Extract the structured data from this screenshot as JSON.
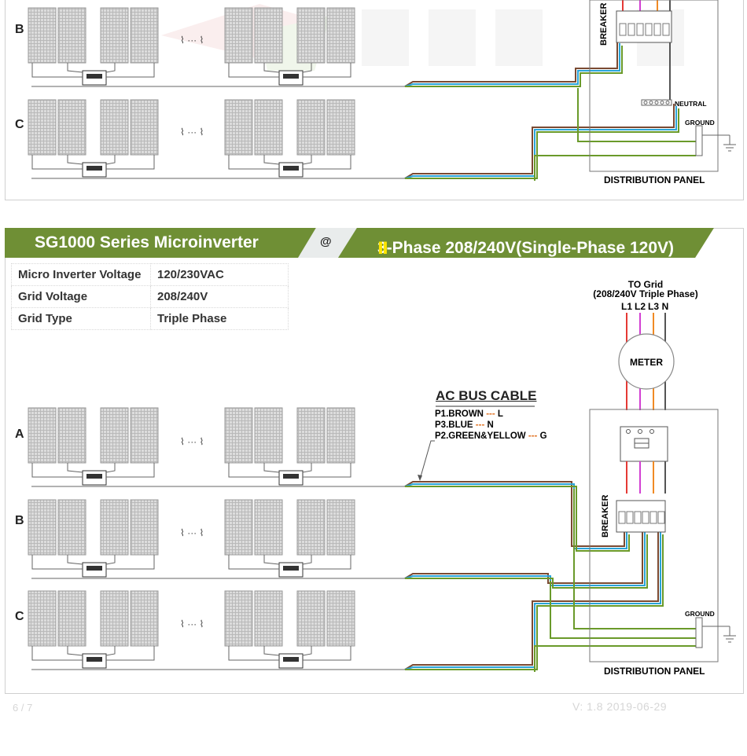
{
  "top_section": {
    "rows": [
      "B",
      "C"
    ],
    "breaker_label": "BREAKER",
    "neutral_label": "NEUTRAL",
    "ground_label": "GROUND",
    "panel_label": "DISTRIBUTION PANEL",
    "ellipsis": "⌇ ··· ⌇"
  },
  "banner": {
    "left_title": "SG1000 Series Microinverter",
    "at_symbol": "@",
    "right_title": "3-Phase 208/240V(Single-Phase 120V)",
    "right_roman": "Ⅱ"
  },
  "specs": [
    {
      "label": "Micro Inverter Voltage",
      "value": "120/230VAC"
    },
    {
      "label": "Grid  Voltage",
      "value": "208/240V"
    },
    {
      "label": "Grid Type",
      "value": "Triple Phase"
    }
  ],
  "grid": {
    "to_grid": "TO Grid",
    "phase_desc": "(208/240V Triple Phase)",
    "lines": [
      "L1",
      "L2",
      "L3",
      "N"
    ],
    "meter_label": "METER"
  },
  "ac_bus": {
    "title": "AC BUS CABLE",
    "entries": [
      {
        "pin": "P1.BROWN",
        "dash": "---",
        "line": "L"
      },
      {
        "pin": "P3.BLUE",
        "dash": "---",
        "line": "N"
      },
      {
        "pin": "P2.GREEN&YELLOW",
        "dash": "---",
        "line": "G"
      }
    ]
  },
  "bottom_section": {
    "rows": [
      "A",
      "B",
      "C"
    ],
    "breaker_label": "BREAKER",
    "ground_label": "GROUND",
    "panel_label": "DISTRIBUTION PANEL",
    "ellipsis": "⌇ ··· ⌇"
  },
  "footer": {
    "page": "6 / 7",
    "version": "V: 1.8    2019-06-29"
  },
  "colors": {
    "banner_green": "#6f8f35",
    "wire_brown": "#7a4a32",
    "wire_blue": "#2aa4d8",
    "wire_green": "#6a9a2a",
    "wire_red": "#e53935",
    "wire_magenta": "#d23fd2",
    "wire_orange": "#f08a24",
    "neutral_gray": "#555555"
  }
}
